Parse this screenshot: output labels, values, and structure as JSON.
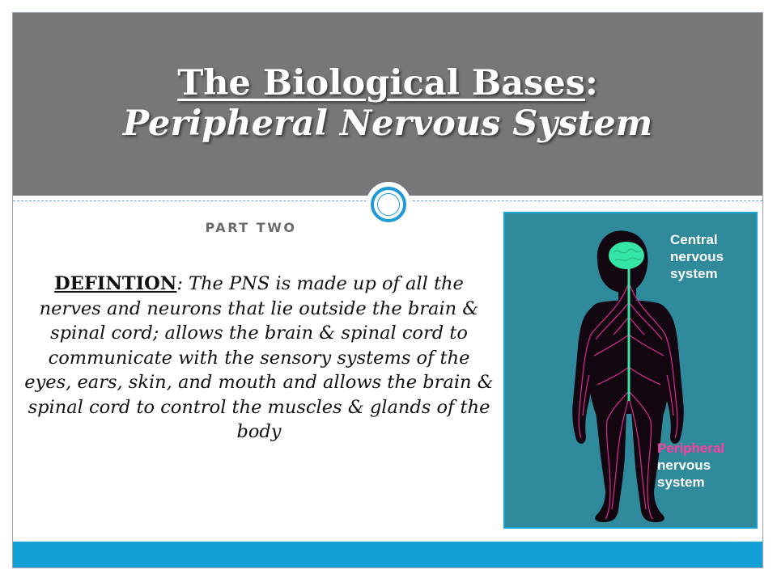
{
  "title": {
    "line1_underlined": "The Biological Bases",
    "line1_suffix": ":",
    "line2": "Peripheral Nervous System"
  },
  "subtitle": "PART TWO",
  "definition": {
    "term": "DEFINTION",
    "text": ": The PNS is made up of all the nerves and neurons that lie outside the brain & spinal cord; allows the brain & spinal cord to communicate with the sensory systems of the eyes, ears, skin, and mouth and allows the brain & spinal cord to control the muscles & glands of the body"
  },
  "figure": {
    "cns_label": [
      "Central",
      "nervous",
      "system"
    ],
    "pns_label": [
      "Peripheral",
      "nervous",
      "system"
    ],
    "colors": {
      "background": "#2f8a9c",
      "body": "#120710",
      "brain": "#35e6a6",
      "nerves": "#d02a86",
      "pns_label": "#ff3fa0"
    }
  },
  "theme": {
    "title_band": "#777779",
    "accent": "#12a0d6"
  }
}
